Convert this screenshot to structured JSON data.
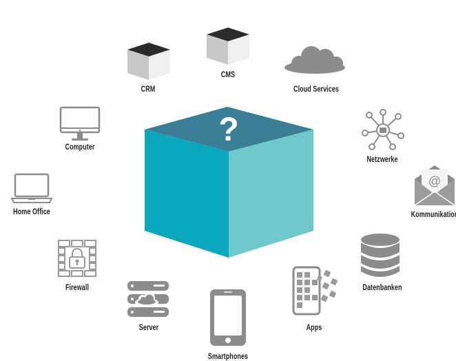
{
  "center": {
    "symbol": "?"
  },
  "items": [
    {
      "label": "CRM",
      "icon": "cube-icon"
    },
    {
      "label": "CMS",
      "icon": "cube-icon"
    },
    {
      "label": "Cloud Services",
      "icon": "cloud-icon"
    },
    {
      "label": "Netzwerke",
      "icon": "network-icon"
    },
    {
      "label": "Kommunikation",
      "icon": "envelope-icon"
    },
    {
      "label": "Datenbanken",
      "icon": "database-icon"
    },
    {
      "label": "Apps",
      "icon": "apps-icon"
    },
    {
      "label": "Smartphones",
      "icon": "smartphone-icon"
    },
    {
      "label": "Server",
      "icon": "server-icon"
    },
    {
      "label": "Firewall",
      "icon": "firewall-icon"
    },
    {
      "label": "Home Office",
      "icon": "laptop-icon"
    },
    {
      "label": "Computer",
      "icon": "monitor-icon"
    }
  ],
  "colors": {
    "cube_top": "#3a7f96",
    "cube_left": "#0aa7bd",
    "cube_right": "#6fc9cb",
    "icon_gray": "#8c8c8c"
  }
}
